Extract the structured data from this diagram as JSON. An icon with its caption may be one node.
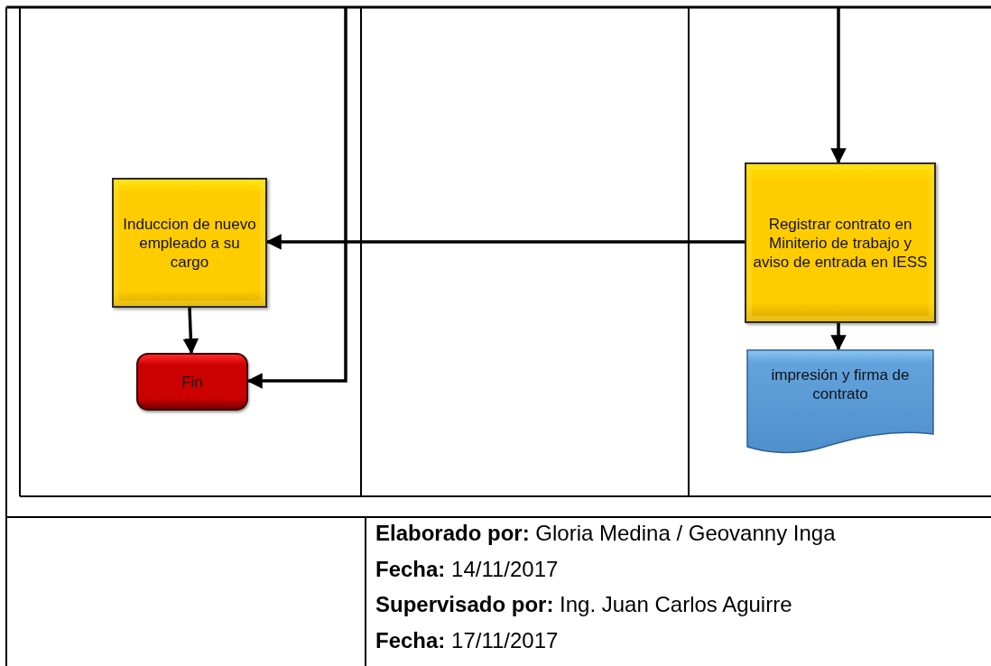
{
  "diagram": {
    "nodes": [
      {
        "text": [
          "Induccion de nuevo empleado a su cargo"
        ]
      },
      {
        "text": [
          "Fin"
        ]
      },
      {
        "text": [
          "Registrar contrato en Miniterio de trabajo y aviso de entrada en IESS"
        ]
      },
      {
        "text": [
          "impresión y firma de contrato"
        ]
      }
    ],
    "edges": [
      {
        "from": null,
        "to": 2,
        "arrow": "to"
      },
      {
        "from": 2,
        "to": 0,
        "arrow": "to"
      },
      {
        "from": 0,
        "to": 1,
        "arrow": "to"
      },
      {
        "from": null,
        "to": 1,
        "arrow": "to"
      },
      {
        "from": 2,
        "to": 3,
        "arrow": "to"
      }
    ],
    "labels": [
      "**Elaborado por:** Gloria Medina / Geovanny Inga",
      "**Fecha:** 14/11/2017",
      "**Supervisado por:** Ing. Juan Carlos Aguirre",
      "**Fecha:** 17/11/2017"
    ]
  }
}
